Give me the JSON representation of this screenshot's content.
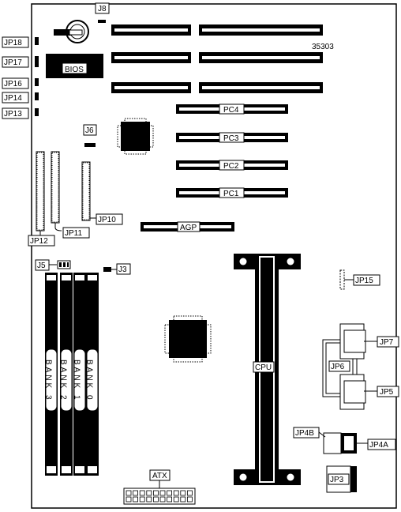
{
  "diagram": {
    "part_number": "35303",
    "bios_label": "BIOS",
    "agp_label": "AGP",
    "cpu_label": "CPU",
    "atx_label": "ATX",
    "pci_slots": [
      "PC4",
      "PC3",
      "PC2",
      "PC1"
    ],
    "memory_banks": [
      "BANK 3",
      "BANK 2",
      "BANK 1",
      "BANK 0"
    ],
    "jumpers": {
      "j8": "J8",
      "jp18": "JP18",
      "jp17": "JP17",
      "jp16": "JP16",
      "jp14": "JP14",
      "jp13": "JP13",
      "j6": "J6",
      "jp12": "JP12",
      "jp11": "JP11",
      "jp10": "JP10",
      "j5": "J5",
      "j3": "J3",
      "jp15": "JP15",
      "jp7": "JP7",
      "jp6": "JP6",
      "jp5": "JP5",
      "jp4b": "JP4B",
      "jp4a": "JP4A",
      "jp3": "JP3"
    }
  }
}
